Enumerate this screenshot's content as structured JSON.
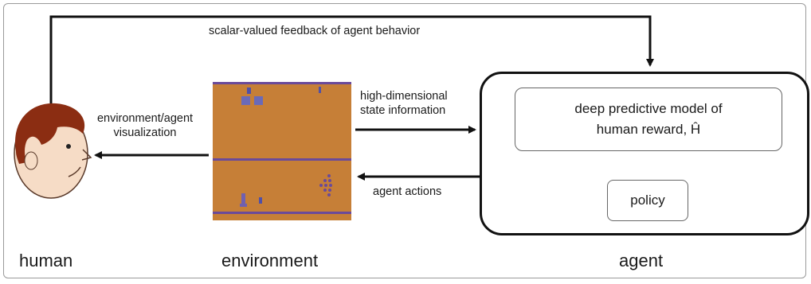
{
  "diagram": {
    "feedback_label": "scalar-valued feedback of agent behavior",
    "visualization_label": "environment/agent\nvisualization",
    "state_label": "high-dimensional\nstate information",
    "actions_label": "agent actions",
    "model_label_line1": "deep predictive model of",
    "model_label_line2": "human reward, Ĥ",
    "policy_label": "policy",
    "human_label": "human",
    "environment_label": "environment",
    "agent_label": "agent"
  },
  "colors": {
    "game_background": "#c67f37",
    "game_lines": "#6a4a9a",
    "skin": "#f6dcc6",
    "hair": "#8b2d12"
  },
  "icons": {
    "human": "human-face-icon",
    "environment": "bowling-game-screen-icon"
  }
}
